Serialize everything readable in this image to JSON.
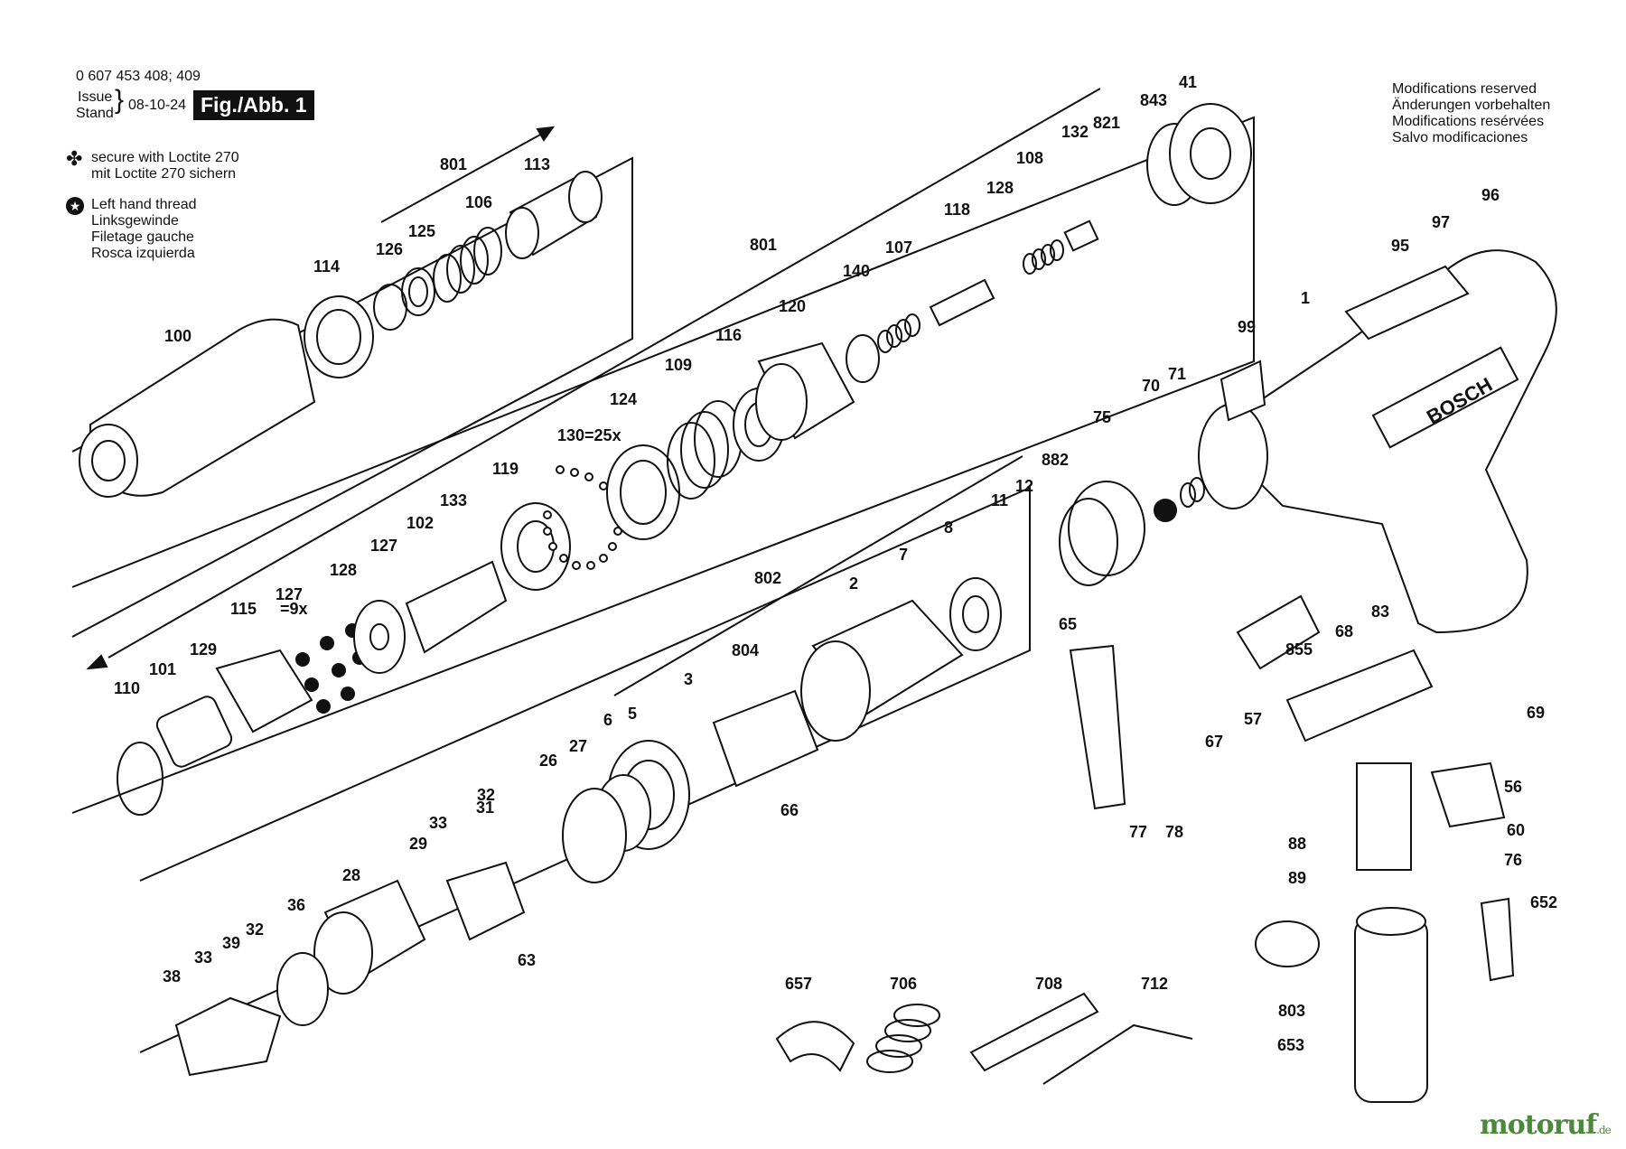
{
  "header": {
    "part_number": "0 607 453 408; 409",
    "issue_label": "Issue",
    "stand_label": "Stand",
    "date": "08-10-24",
    "figure_label": "Fig./Abb. 1"
  },
  "legend": {
    "loctite_lines": [
      "secure with Loctite 270",
      "mit Loctite 270 sichern"
    ],
    "left_thread_lines": [
      "Left hand thread",
      "Linksgewinde",
      "Filetage gauche",
      "Rosca izquierda"
    ]
  },
  "modifications": [
    "Modifications reserved",
    "Änderungen vorbehalten",
    "Modifications resérvées",
    "Salvo modificaciones"
  ],
  "brand_on_tool": "BOSCH",
  "watermark": {
    "text": "motoruf",
    "suffix": ".de",
    "color": "#4a8a3a"
  },
  "callouts": [
    "100",
    "114",
    "126",
    "125",
    "801",
    "106",
    "113",
    "110",
    "101",
    "129",
    "115",
    "127",
    "=9x",
    "128",
    "127",
    "102",
    "133",
    "119",
    "130=25x",
    "124",
    "109",
    "116",
    "120",
    "801",
    "140",
    "107",
    "118",
    "128",
    "108",
    "132",
    "821",
    "843",
    "41",
    "96",
    "97",
    "95",
    "1",
    "99",
    "70",
    "71",
    "75",
    "882",
    "802",
    "804",
    "2",
    "7",
    "8",
    "11",
    "12",
    "65",
    "3",
    "6",
    "5",
    "27",
    "26",
    "66",
    "32",
    "31",
    "33",
    "29",
    "63",
    "28",
    "36",
    "32",
    "39",
    "33",
    "38",
    "855",
    "57",
    "67",
    "68",
    "83",
    "77",
    "78",
    "69",
    "56",
    "60",
    "76",
    "652",
    "88",
    "89",
    "803",
    "653",
    "657",
    "706",
    "708",
    "712"
  ]
}
